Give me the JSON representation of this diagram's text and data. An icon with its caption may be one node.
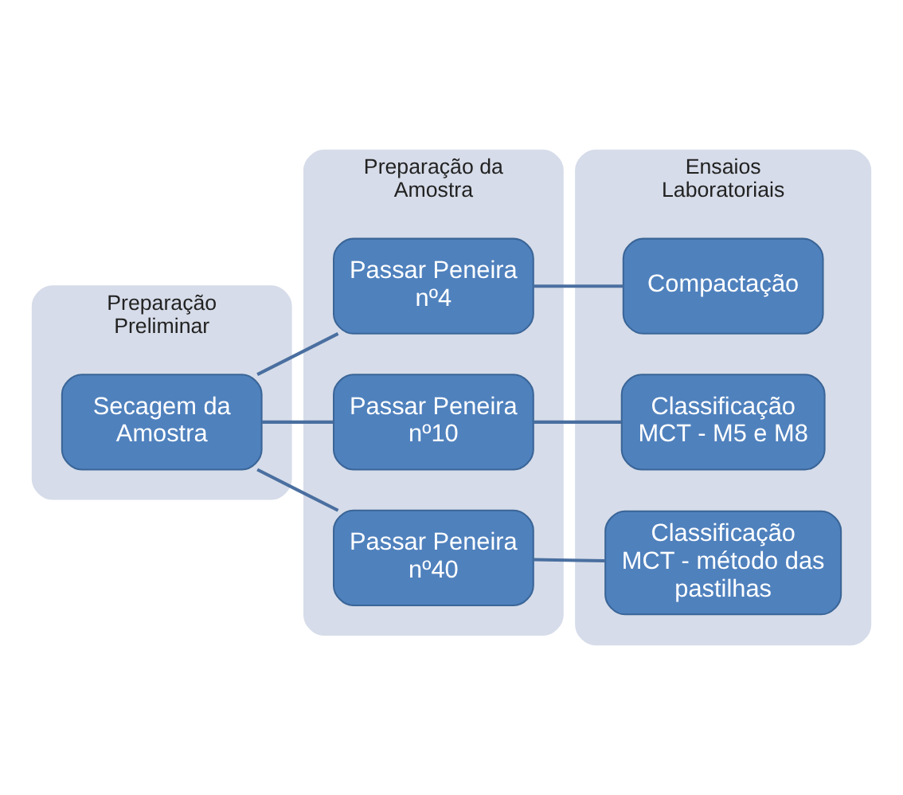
{
  "diagram": {
    "nodes": [
      {
        "text": [
          "Preparação Preliminar"
        ]
      },
      {
        "text": [
          "Preparação da Amostra"
        ]
      },
      {
        "text": [
          "Ensaios Laboratoriais"
        ]
      },
      {
        "text": [
          "Secagem da Amostra"
        ],
        "in": 0
      },
      {
        "text": [
          "Passar Peneira nº4"
        ],
        "in": 1
      },
      {
        "text": [
          "Passar Peneira nº10"
        ],
        "in": 1
      },
      {
        "text": [
          "Passar Peneira nº40"
        ],
        "in": 1
      },
      {
        "text": [
          "Compactação"
        ],
        "in": 2
      },
      {
        "text": [
          "Classificação MCT - M5 e M8"
        ],
        "in": 2
      },
      {
        "text": [
          "Classificação MCT - método das pastilhas"
        ],
        "in": 2
      }
    ],
    "edges": [
      {
        "from": 3,
        "to": 4,
        "arrow": "none"
      },
      {
        "from": 3,
        "to": 5,
        "arrow": "none"
      },
      {
        "from": 3,
        "to": 6,
        "arrow": "none"
      },
      {
        "from": 4,
        "to": 7,
        "arrow": "none"
      },
      {
        "from": 5,
        "to": 8,
        "arrow": "none"
      },
      {
        "from": 6,
        "to": 9,
        "arrow": "none"
      }
    ]
  }
}
